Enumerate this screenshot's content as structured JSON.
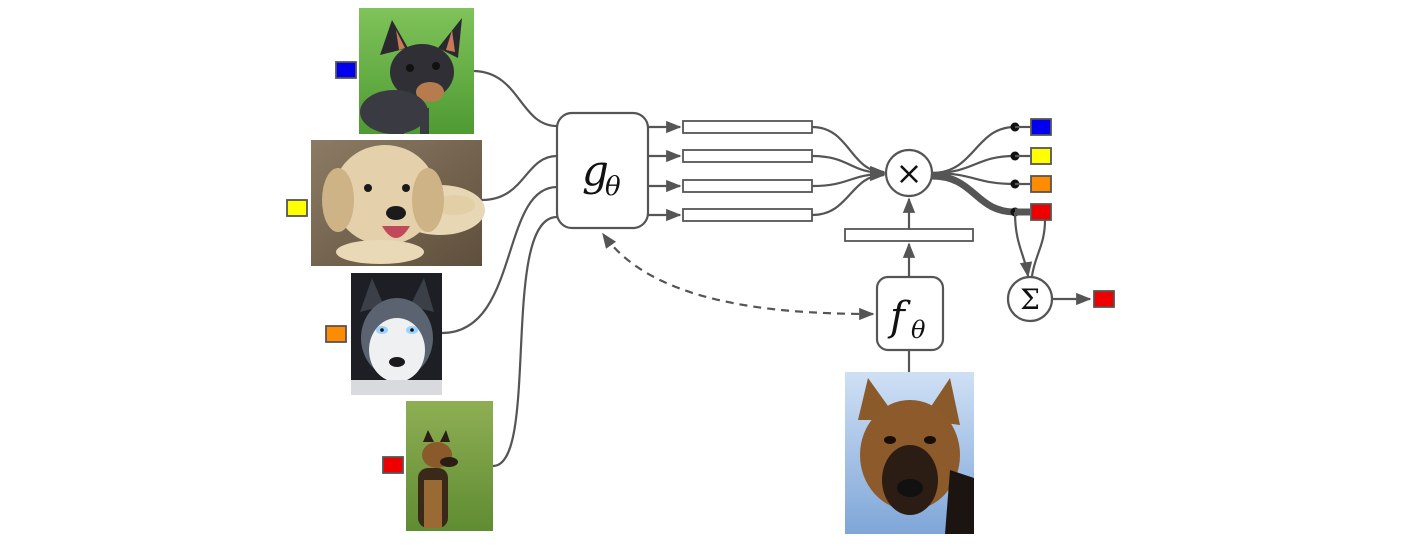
{
  "nodes": {
    "g": {
      "symbol": "g",
      "subscript": "θ"
    },
    "f": {
      "symbol": "f",
      "subscript": "θ"
    },
    "multiply": {
      "symbol": "×"
    },
    "sum": {
      "symbol": "Σ"
    }
  },
  "colors": {
    "class_1": "#0000ee",
    "class_2": "#ffff00",
    "class_3": "#ff8c00",
    "class_4": "#ee0000",
    "line": "#555555"
  },
  "support_images": [
    {
      "label": "chihuahua-photo",
      "class_color": "class_1"
    },
    {
      "label": "labrador-photo",
      "class_color": "class_2"
    },
    {
      "label": "husky-photo",
      "class_color": "class_3"
    },
    {
      "label": "german-shepherd-photo",
      "class_color": "class_4"
    }
  ],
  "query_image": {
    "label": "german-shepherd-query-photo"
  },
  "output": {
    "class_color": "class_4"
  }
}
